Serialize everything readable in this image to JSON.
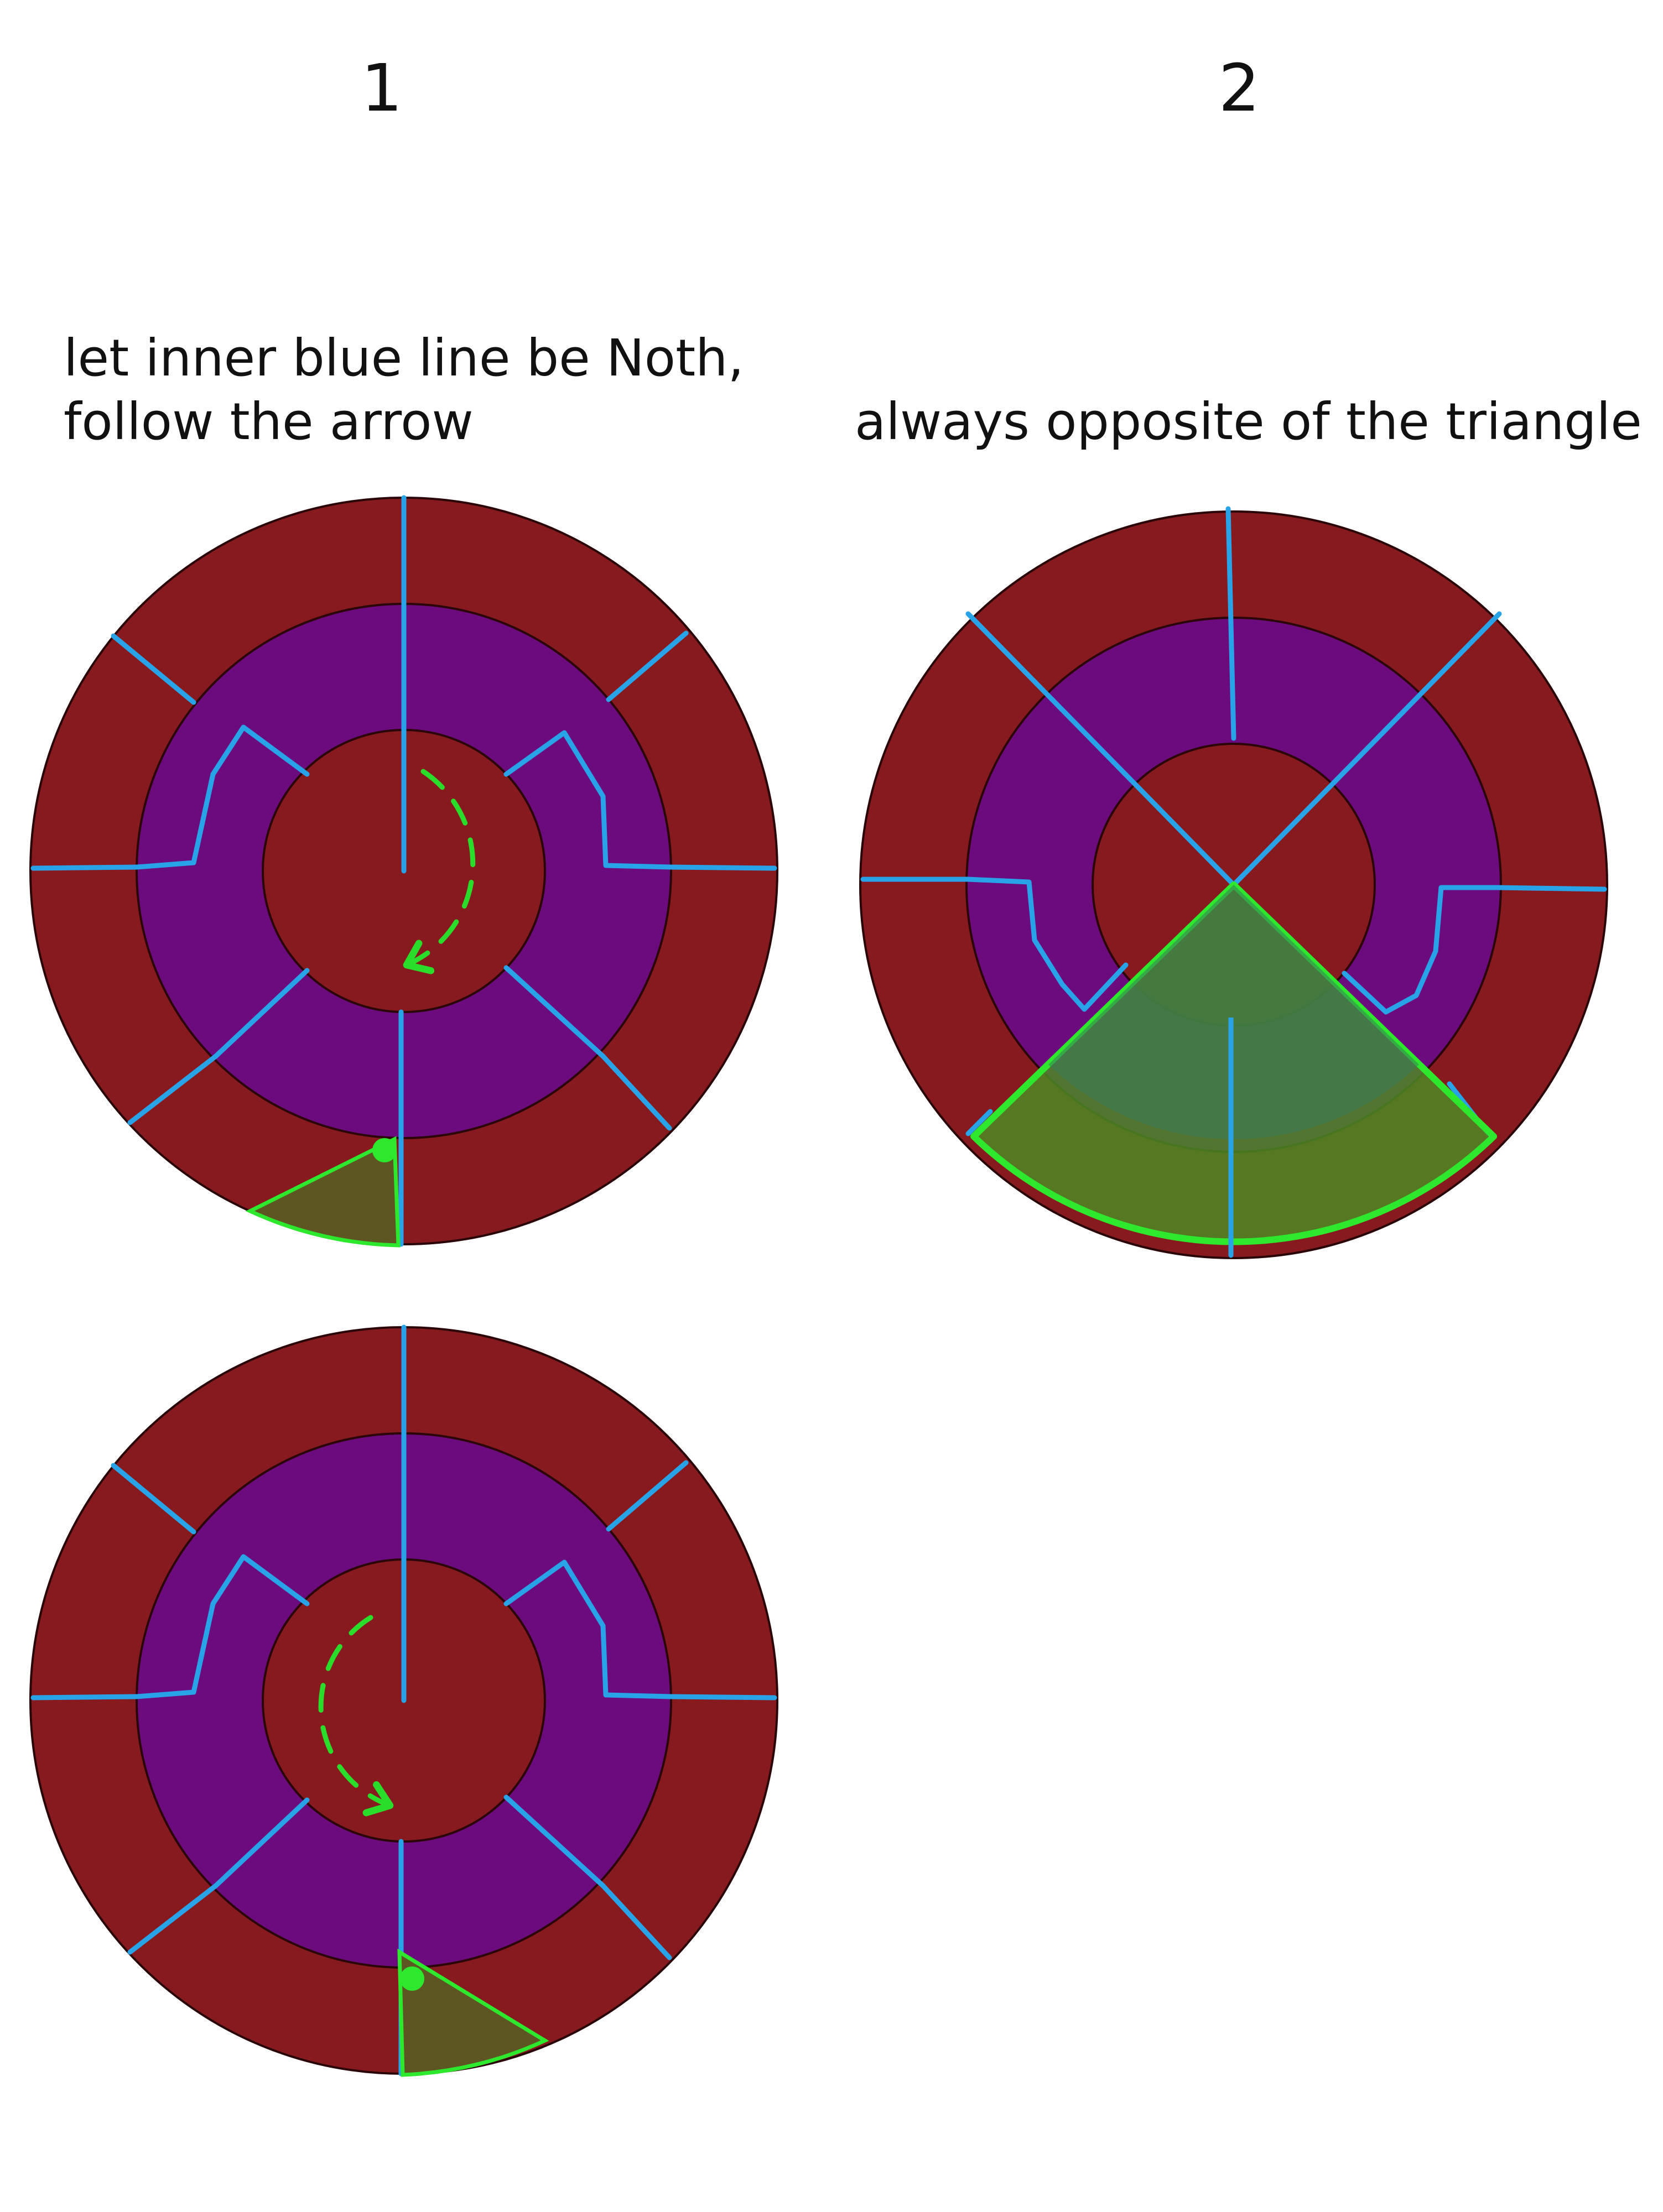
{
  "panels": [
    {
      "number": "1",
      "caption": "let inner blue line be Noth,\nfollow the arrow"
    },
    {
      "number": "2",
      "caption": "always opposite of the triangle"
    }
  ],
  "colors": {
    "outer_ring": "#861a1e",
    "middle_ring": "#6b0b7d",
    "inner_disc": "#861a1e",
    "divider_lines": "#29a3e8",
    "arrows": "#2bdd2b",
    "highlight": "#2ee82e",
    "highlight_fill": "#4d8a24"
  },
  "icons": [
    "circular-arrow-clockwise",
    "circular-arrow-counterclockwise",
    "green-dot-marker",
    "green-triangle-marker",
    "green-sector-highlight"
  ]
}
